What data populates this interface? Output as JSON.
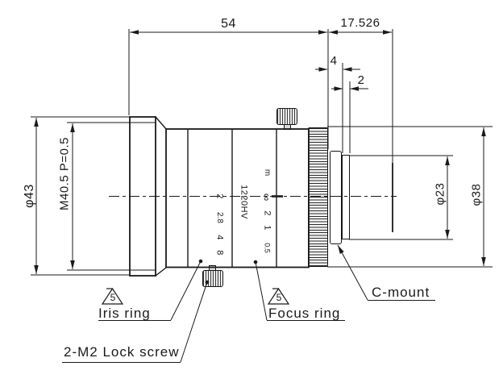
{
  "meta": {
    "model": "1220HV"
  },
  "dims": {
    "overall_length": "54",
    "flange_distance": "17.526",
    "collar_width": "4",
    "step_width": "2",
    "front_diameter": "φ43",
    "front_thread": "M40.5 P=0.5",
    "rear_diameter": "φ23",
    "barrel_diameter": "φ38"
  },
  "labels": {
    "iris_ring": "Iris ring",
    "focus_ring": "Focus ring",
    "c_mount": "C-mount",
    "lock_screw": "2-M2 Lock screw",
    "finish_mark": "5"
  },
  "iris_scale": [
    "2",
    "2.8",
    "4",
    "8"
  ],
  "focus_scale": {
    "unit": "m",
    "infinity": "∞",
    "v2": "2",
    "v1": "1",
    "v05": "0.5"
  },
  "colors": {
    "line": "#1a1a1a",
    "background": "#ffffff"
  }
}
